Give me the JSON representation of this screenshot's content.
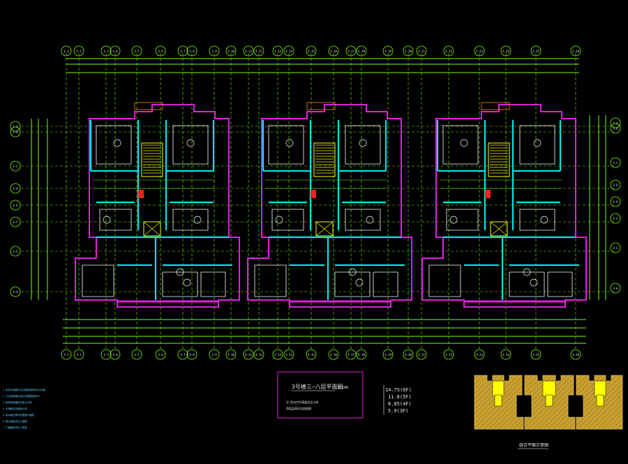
{
  "drawing": {
    "title": "3号楼三~八层平面图",
    "scale": "1:100",
    "note_line_1": "注:阳台栏杆高度详见大样",
    "note_line_2": "首层层高详见剖面图",
    "keyplan_label": "组合平面示意图"
  },
  "elevations": [
    "14.75(6F)",
    "11.8(5F)",
    "8.85(4F)",
    "5.9(3F)"
  ],
  "top_axes": [
    "3-1",
    "3-2",
    "3-3",
    "3-4",
    "3-5",
    "3-6",
    "3-7",
    "3-8",
    "3-9",
    "3-10",
    "3-11",
    "3-12",
    "3-13",
    "3-14",
    "3-15",
    "3-16",
    "3-17",
    "3-18",
    "3-19",
    "3-20",
    "3-21",
    "3-22",
    "3-23",
    "3-24",
    "3-25",
    "3-26"
  ],
  "left_axes": [
    "3-A",
    "3-B",
    "3-C",
    "3-D",
    "3-E",
    "3-F",
    "3-G",
    "3-H"
  ],
  "right_axes": [
    "3-A",
    "3-B",
    "3-C",
    "3-D",
    "3-E",
    "3-F",
    "3-G",
    "3-H"
  ],
  "left_notes": [
    "1.本层平面图中未注明的墙体均为200厚",
    "2.卫生间地面标高比同层楼面低20",
    "3.厨房排烟道详见厨卫大样",
    "4.空调板详见墙身大样",
    "5.雨水管位置详见屋面平面图",
    "6.窗台高度详见立面图",
    "7.门窗编号详见门窗表"
  ],
  "colors": {
    "background": "#000000",
    "axis": "#7CFC00",
    "wall": "#FFFFFF",
    "wall_cyan": "#00E5E5",
    "wall_magenta": "#E020E0",
    "stair": "#FFFF00",
    "accent_red": "#FF2020",
    "keyplan_fill": "#C8A030",
    "keyplan_core": "#FFFF00"
  }
}
